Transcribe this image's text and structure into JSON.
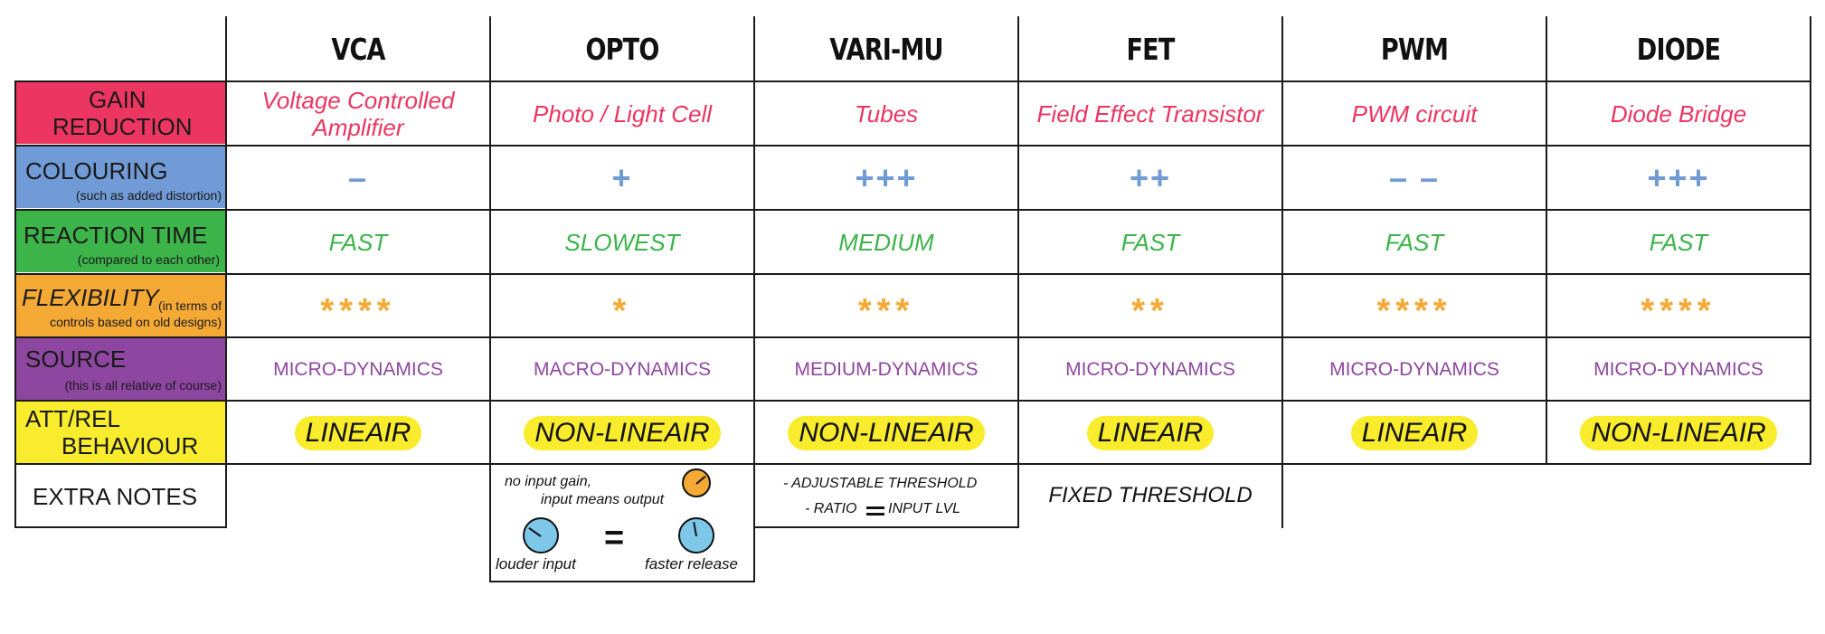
{
  "columns": [
    "VCA",
    "OPTO",
    "VARI-MU",
    "FET",
    "PWM",
    "DIODE"
  ],
  "rows": {
    "gain": {
      "label": [
        "GAIN",
        "REDUCTION"
      ],
      "cells": [
        "Voltage Controlled Amplifier",
        "Photo / Light Cell",
        "Tubes",
        "Field Effect Transistor",
        "PWM circuit",
        "Diode Bridge"
      ],
      "color": "#ec3561"
    },
    "colouring": {
      "label": "COLOURING",
      "sub": "(such as added distortion)",
      "cells": [
        "–",
        "+",
        "+++",
        "++",
        "– –",
        "+++"
      ],
      "color": "#709bd6"
    },
    "reaction": {
      "label": "REACTION TIME",
      "sub": "(compared to each other)",
      "cells": [
        "FAST",
        "SLOWEST",
        "MEDIUM",
        "FAST",
        "FAST",
        "FAST"
      ],
      "color": "#3cb44a"
    },
    "flexibility": {
      "label": "FLEXIBILITY",
      "sub_a": "(in terms of",
      "sub_b": "controls based on old designs)",
      "cells": [
        "****",
        "*",
        "***",
        "**",
        "****",
        "****"
      ],
      "color": "#f5a935"
    },
    "source": {
      "label": "SOURCE",
      "sub": "(this is all relative of course)",
      "cells": [
        "MICRO-DYNAMICS",
        "MACRO-DYNAMICS",
        "MEDIUM-DYNAMICS",
        "MICRO-DYNAMICS",
        "MICRO-DYNAMICS",
        "MICRO-DYNAMICS"
      ],
      "color": "#8e47a0"
    },
    "behaviour": {
      "label": [
        "ATT/REL",
        "BEHAVIOUR"
      ],
      "cells": [
        "LINEAIR",
        "NON-LINEAIR",
        "NON-LINEAIR",
        "LINEAIR",
        "LINEAIR",
        "NON-LINEAIR"
      ],
      "color": "#f8ec2c"
    },
    "notes": {
      "label": "EXTRA NOTES",
      "opto": {
        "line1": "no input gain,",
        "line2": "input means output",
        "left": "louder input",
        "equals": "=",
        "right": "faster release"
      },
      "varimu": {
        "line1": "- ADJUSTABLE THRESHOLD",
        "line2": "- RATIO",
        "line2_end": "INPUT LVL"
      },
      "fet": "FIXED THRESHOLD",
      "knob_color": "#7dc8e8",
      "small_knob_color": "#f5a935"
    }
  }
}
